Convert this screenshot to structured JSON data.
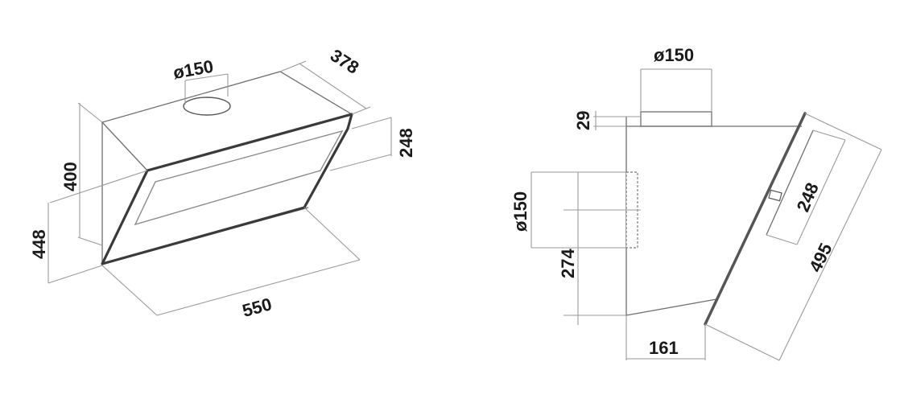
{
  "front_view": {
    "duct_diameter": "ø150",
    "depth": "378",
    "height_total": "400",
    "glass_height": "248",
    "lower_height": "448",
    "width": "550"
  },
  "side_view": {
    "duct_diameter_top": "ø150",
    "collar_height": "29",
    "duct_diameter_rear": "ø150",
    "rear_outlet_height": "274",
    "glass_height": "248",
    "diagonal_length": "495",
    "bottom_depth": "161"
  },
  "colors": {
    "line": "#9a9a9a",
    "body": "#6f6f6f",
    "glass": "#3a3a3a",
    "text": "#1a1a1a"
  }
}
